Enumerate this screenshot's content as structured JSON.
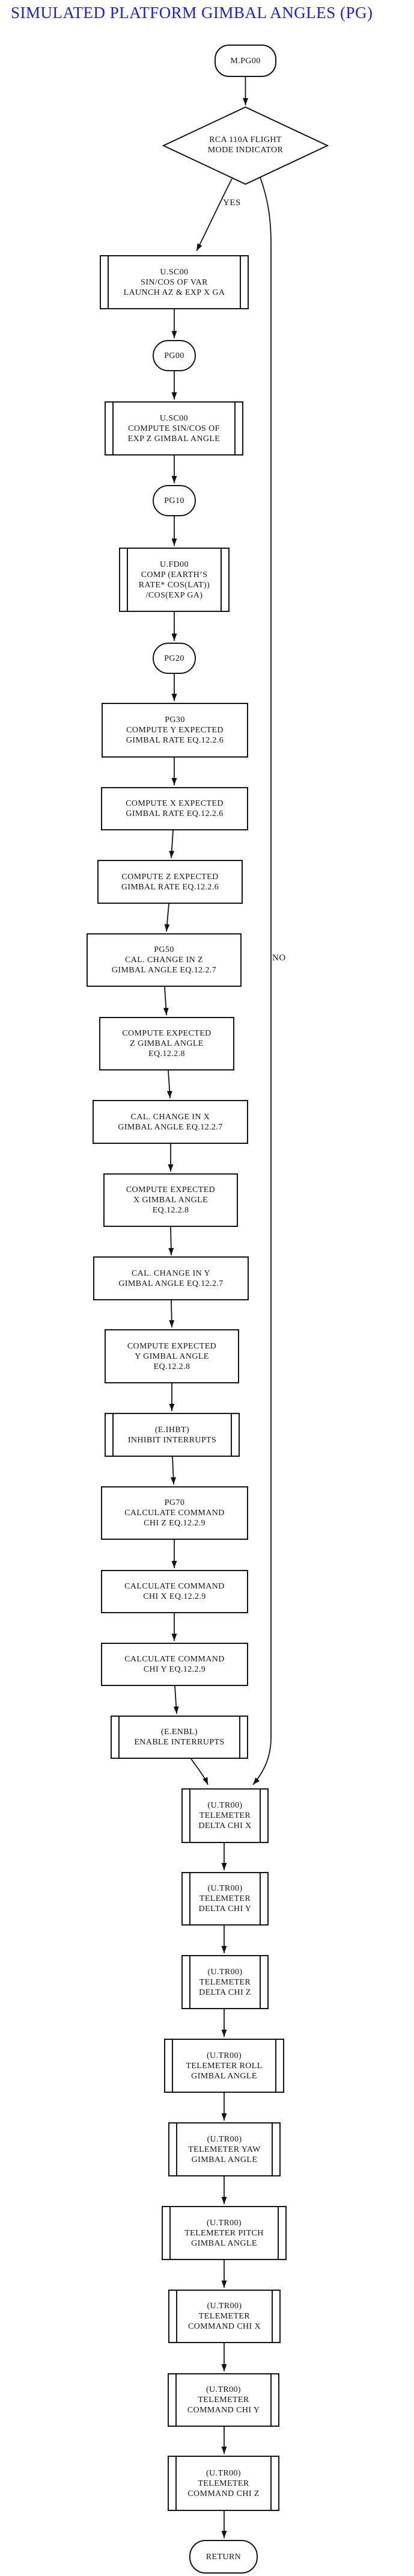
{
  "title": "SIMULATED PLATFORM GIMBAL ANGLES (PG)",
  "colors": {
    "title_blue": "#1e1ed2",
    "line_black": "#141414",
    "background": "#ffffff"
  },
  "labels": {
    "yes": "YES",
    "no": "NO"
  },
  "nodes": {
    "start": {
      "type": "terminal",
      "label": "M.PG00"
    },
    "decision": {
      "type": "decision",
      "label": "RCA 110A FLIGHT\nMODE INDICATOR"
    },
    "sc00_var": {
      "type": "subroutine",
      "label": "U.SC00\nSIN/COS OF VAR\nLAUNCH AZ & EXP X GA"
    },
    "pg00": {
      "type": "connector",
      "label": "PG00"
    },
    "sc00_exp": {
      "type": "subroutine",
      "label": "U.SC00\nCOMPUTE SIN/COS OF\nEXP Z GIMBAL ANGLE"
    },
    "pg10": {
      "type": "connector",
      "label": "PG10"
    },
    "fd00": {
      "type": "subroutine",
      "label": "U.FD00\nCOMP (EARTH’S\nRATE* COS(LAT))\n/COS(EXP GA)"
    },
    "pg20": {
      "type": "connector",
      "label": "PG20"
    },
    "pg30": {
      "type": "process",
      "label": "PG30\nCOMPUTE Y EXPECTED\nGIMBAL RATE EQ.12.2.6"
    },
    "comp_x_rate": {
      "type": "process",
      "label": "COMPUTE X EXPECTED\nGIMBAL RATE EQ.12.2.6"
    },
    "comp_z_rate": {
      "type": "process",
      "label": "COMPUTE Z EXPECTED\nGIMBAL RATE EQ.12.2.6"
    },
    "pg50": {
      "type": "process",
      "label": "PG50\nCAL. CHANGE IN Z\nGIMBAL ANGLE EQ.12.2.7"
    },
    "comp_exp_z": {
      "type": "process",
      "label": "COMPUTE EXPECTED\nZ GIMBAL ANGLE\nEQ.12.2.8"
    },
    "cal_change_x": {
      "type": "process",
      "label": "CAL. CHANGE IN X\nGIMBAL ANGLE EQ.12.2.7"
    },
    "comp_exp_x": {
      "type": "process",
      "label": "COMPUTE EXPECTED\nX GIMBAL ANGLE\nEQ.12.2.8"
    },
    "cal_change_y": {
      "type": "process",
      "label": "CAL. CHANGE IN Y\nGIMBAL ANGLE EQ.12.2.7"
    },
    "comp_exp_y": {
      "type": "process",
      "label": "COMPUTE EXPECTED\nY GIMBAL ANGLE\nEQ.12.2.8"
    },
    "ihbt": {
      "type": "subroutine",
      "label": "(E.IHBT)\nINHIBIT INTERRUPTS"
    },
    "pg70": {
      "type": "process",
      "label": "PG70\nCALCULATE COMMAND\nCHI Z EQ.12.2.9"
    },
    "calc_chi_x": {
      "type": "process",
      "label": "CALCULATE COMMAND\nCHI X EQ.12.2.9"
    },
    "calc_chi_y": {
      "type": "process",
      "label": "CALCULATE COMMAND\nCHI Y EQ.12.2.9"
    },
    "enbl": {
      "type": "subroutine",
      "label": "(E.ENBL)\nENABLE INTERRUPTS"
    },
    "tm_dchi_x": {
      "type": "subroutine",
      "label": "(U.TR00)\nTELEMETER\nDELTA CHI X"
    },
    "tm_dchi_y": {
      "type": "subroutine",
      "label": "(U.TR00)\nTELEMETER\nDELTA CHI Y"
    },
    "tm_dchi_z": {
      "type": "subroutine",
      "label": "(U.TR00)\nTELEMETER\nDELTA CHI Z"
    },
    "tm_roll": {
      "type": "subroutine",
      "label": "(U.TR00)\nTELEMETER ROLL\nGIMBAL ANGLE"
    },
    "tm_yaw": {
      "type": "subroutine",
      "label": "(U.TR00)\nTELEMETER YAW\nGIMBAL ANGLE"
    },
    "tm_pitch": {
      "type": "subroutine",
      "label": "(U.TR00)\nTELEMETER PITCH\nGIMBAL ANGLE"
    },
    "tm_cmd_x": {
      "type": "subroutine",
      "label": "(U.TR00)\nTELEMETER\nCOMMAND CHI X"
    },
    "tm_cmd_y": {
      "type": "subroutine",
      "label": "(U.TR00)\nTELEMETER\nCOMMAND CHI Y"
    },
    "tm_cmd_z": {
      "type": "subroutine",
      "label": "(U.TR00)\nTELEMETER\nCOMMAND CHI Z"
    },
    "return": {
      "type": "terminal",
      "label": "RETURN"
    }
  }
}
